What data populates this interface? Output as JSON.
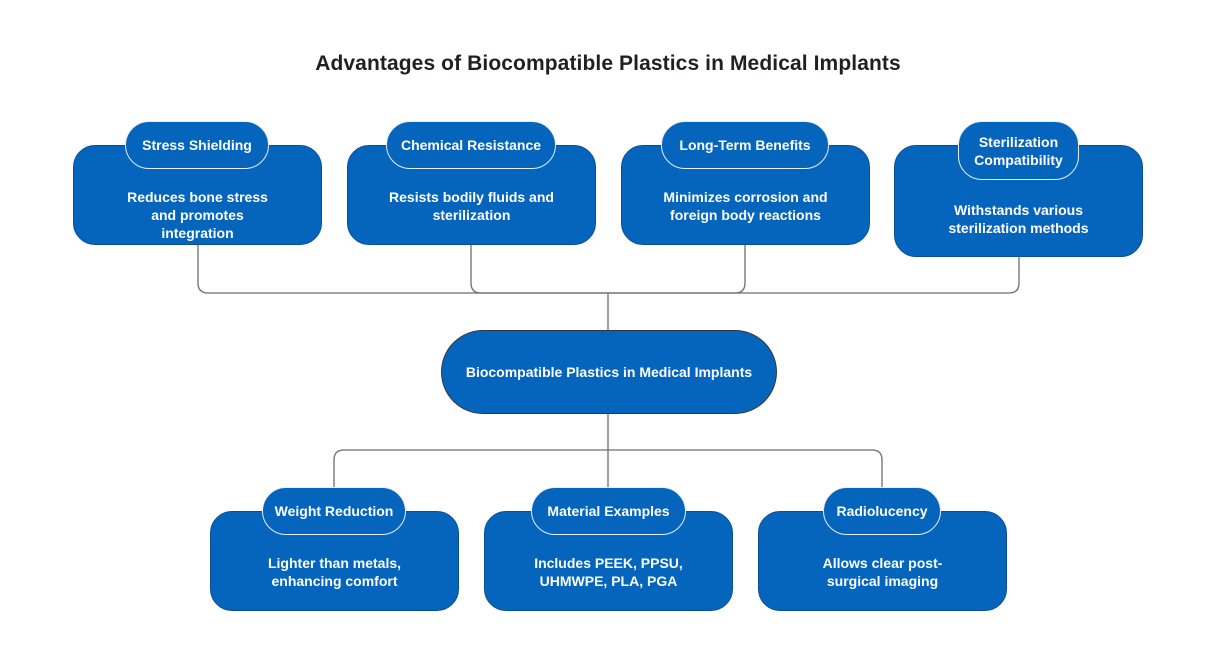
{
  "title": "Advantages of Biocompatible Plastics in Medical Implants",
  "center": {
    "label": "Biocompatible Plastics in Medical Implants"
  },
  "colors": {
    "node_fill": "#0565bd",
    "line": "#6e6e6e",
    "title": "#231f20",
    "text": "#ffffff"
  },
  "top_nodes": [
    {
      "heading": "Stress Shielding",
      "description": "Reduces bone stress and promotes integration"
    },
    {
      "heading": "Chemical Resistance",
      "description": "Resists bodily fluids and sterilization"
    },
    {
      "heading": "Long-Term Benefits",
      "description": "Minimizes corrosion and foreign body reactions"
    },
    {
      "heading": "Sterilization Compatibility",
      "description": "Withstands various sterilization methods"
    }
  ],
  "bottom_nodes": [
    {
      "heading": "Weight Reduction",
      "description": "Lighter than metals, enhancing comfort"
    },
    {
      "heading": "Material Examples",
      "description": "Includes PEEK, PPSU, UHMWPE, PLA, PGA"
    },
    {
      "heading": "Radiolucency",
      "description": "Allows clear post-surgical imaging"
    }
  ]
}
